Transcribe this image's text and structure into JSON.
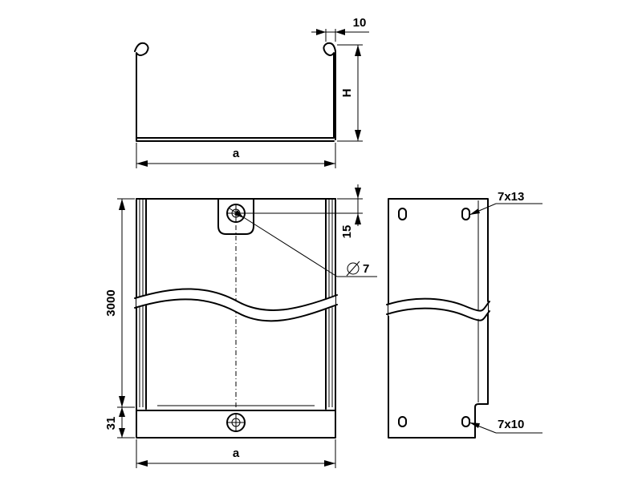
{
  "labels": {
    "top_width": "a",
    "top_height": "H",
    "lip": "10",
    "hole_offset": "15",
    "diameter": "7",
    "length": "3000",
    "end_offset": "31",
    "front_width": "a",
    "slot_top": "7x13",
    "slot_bottom": "7x10"
  }
}
